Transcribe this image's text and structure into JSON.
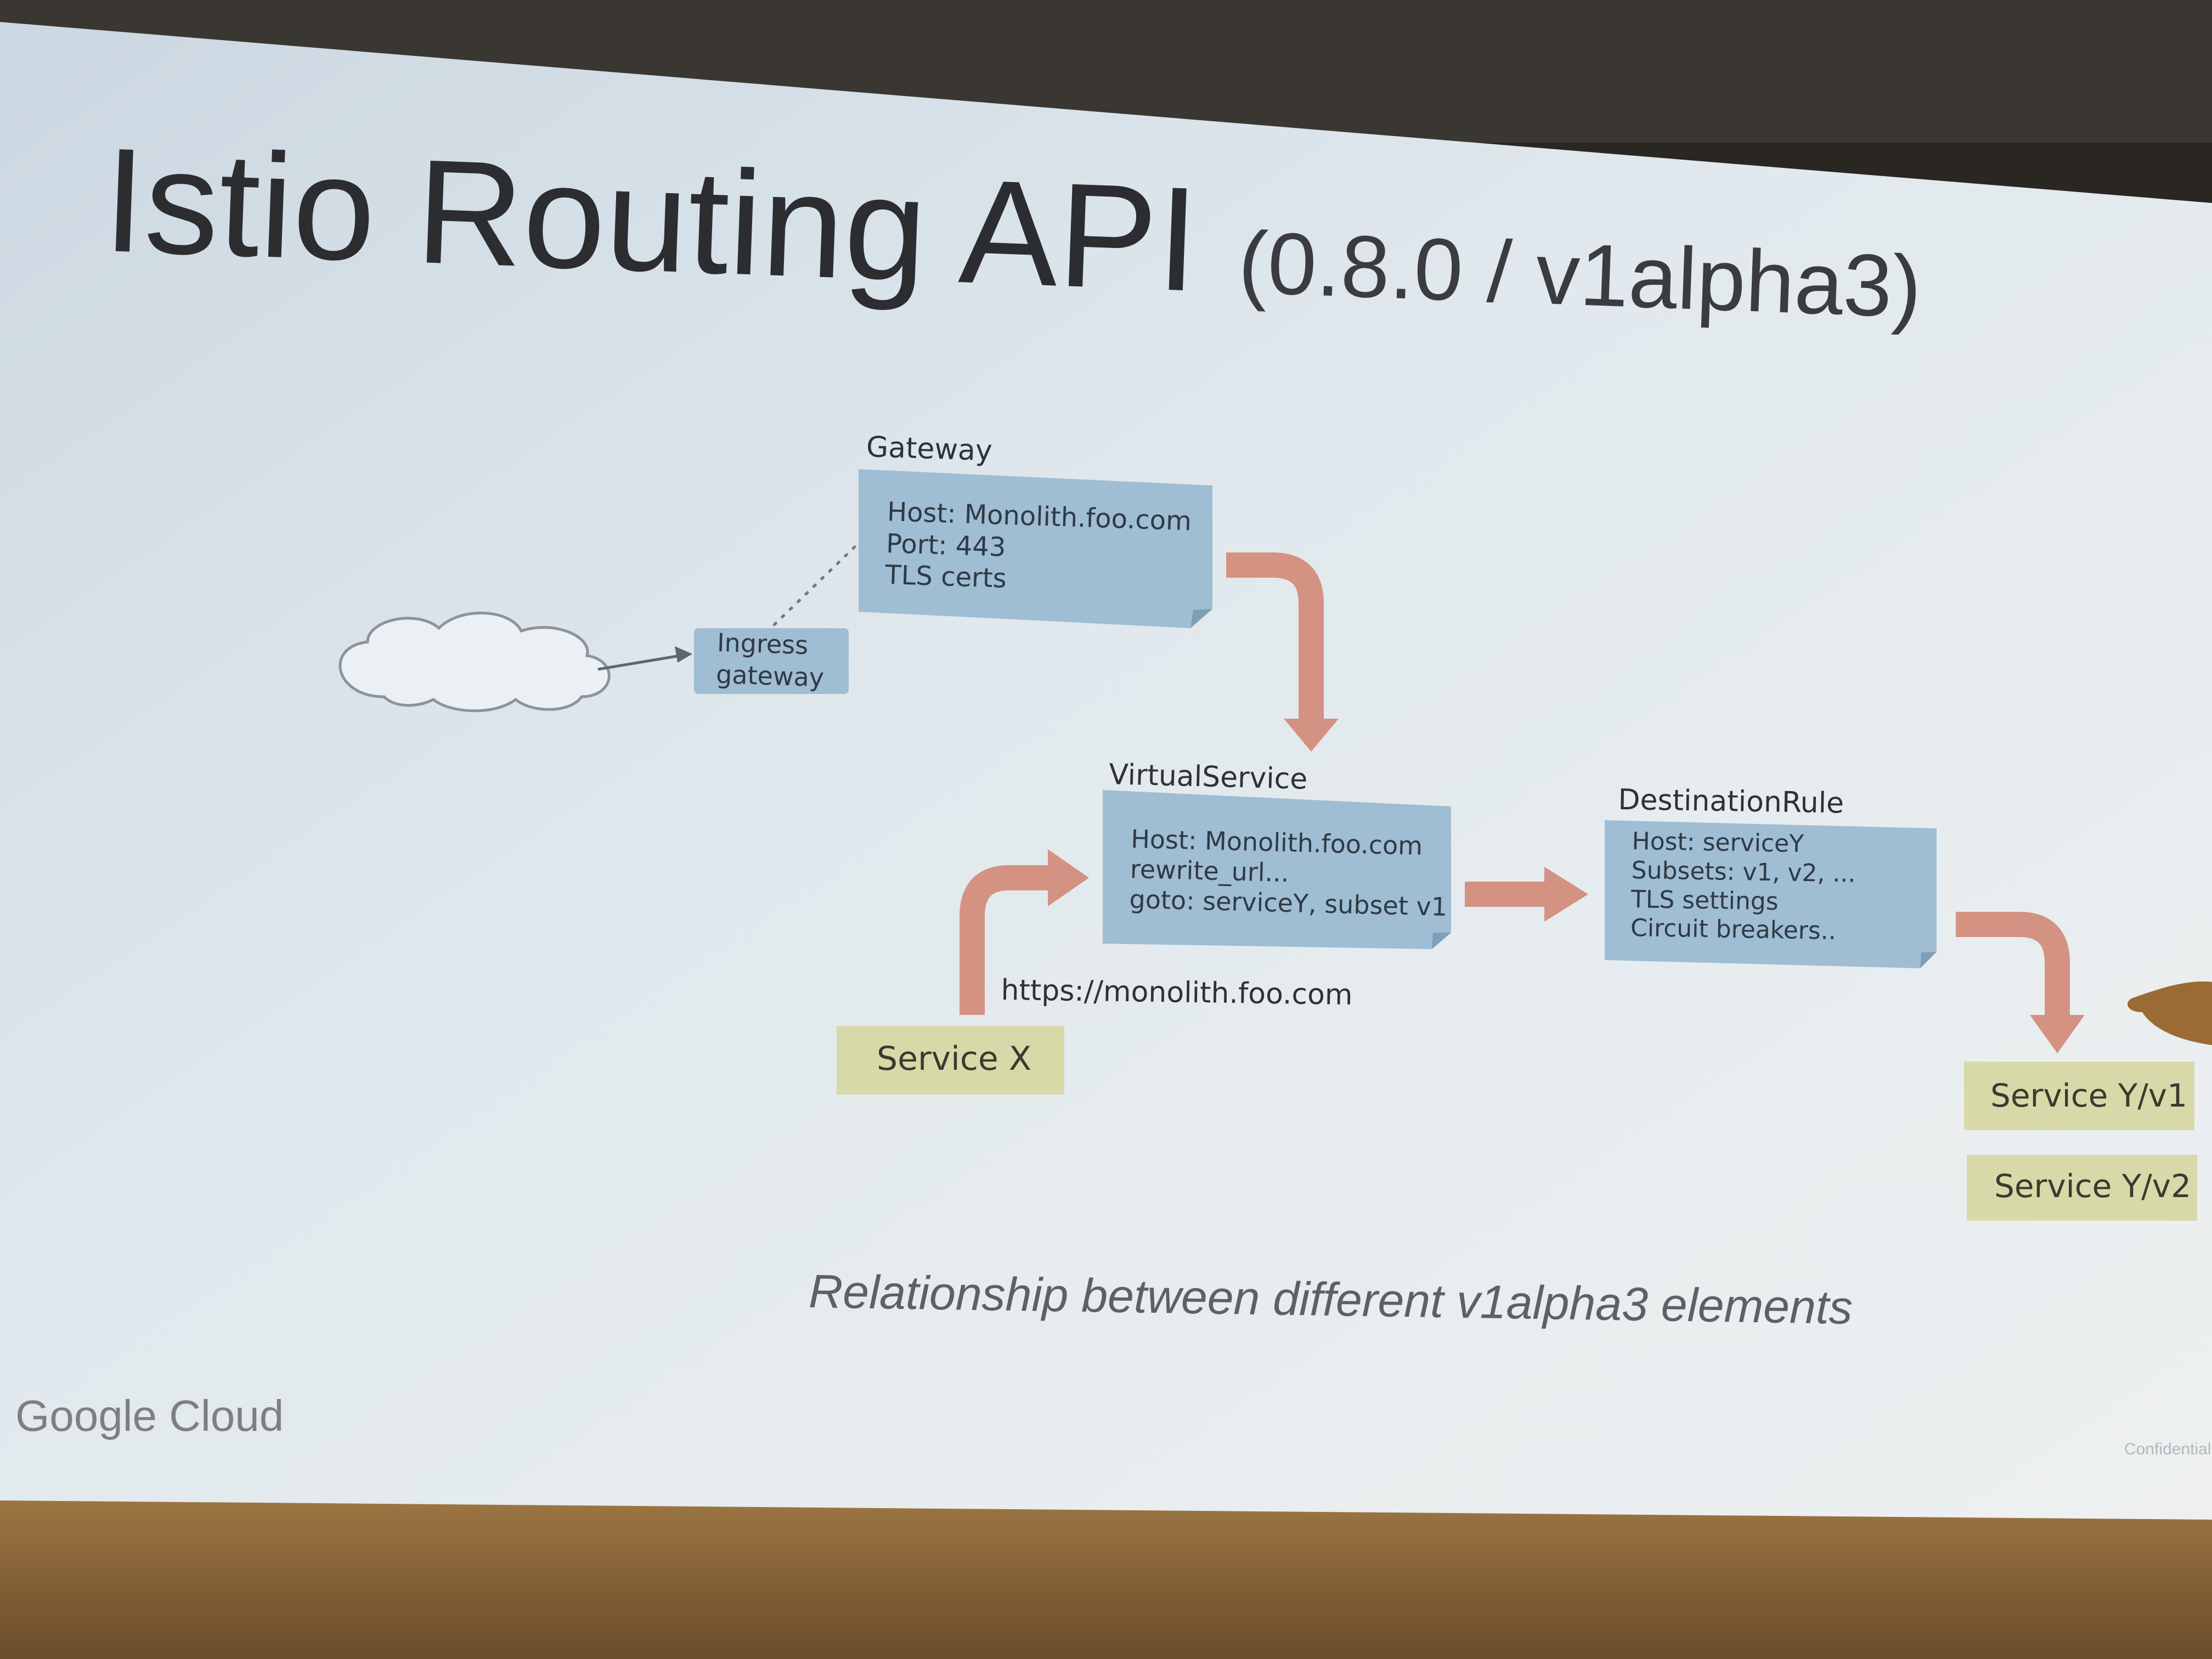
{
  "slide": {
    "title": "Istio Routing API",
    "version": "(0.8.0 / v1alpha3)",
    "caption": "Relationship between different v1alpha3 elements",
    "brand": "Google Cloud",
    "confidential": "Confidential"
  },
  "diagram": {
    "gateway": {
      "label": "Gateway",
      "lines": [
        "Host: Monolith.foo.com",
        "Port: 443",
        "TLS certs"
      ]
    },
    "ingress": {
      "lines": [
        "Ingress",
        "gateway"
      ]
    },
    "virtual_service": {
      "label": "VirtualService",
      "lines": [
        "Host: Monolith.foo.com",
        "rewrite_url...",
        "goto: serviceY, subset v1"
      ]
    },
    "destination_rule": {
      "label": "DestinationRule",
      "lines": [
        "Host: serviceY",
        "Subsets: v1, v2, ...",
        "TLS settings",
        "Circuit breakers.."
      ]
    },
    "url": "https://monolith.foo.com",
    "services": {
      "x": "Service X",
      "y_v1": "Service Y/v1",
      "y_v2": "Service Y/v2"
    }
  },
  "colors": {
    "slide_bg": "#dde6ec",
    "box_blue": "#9fbdd3",
    "box_service": "#d8d9a8",
    "arrow": "#d49282"
  },
  "icons": [
    "cloud-icon",
    "hand-pointer-icon",
    "google-cloud-logo"
  ]
}
